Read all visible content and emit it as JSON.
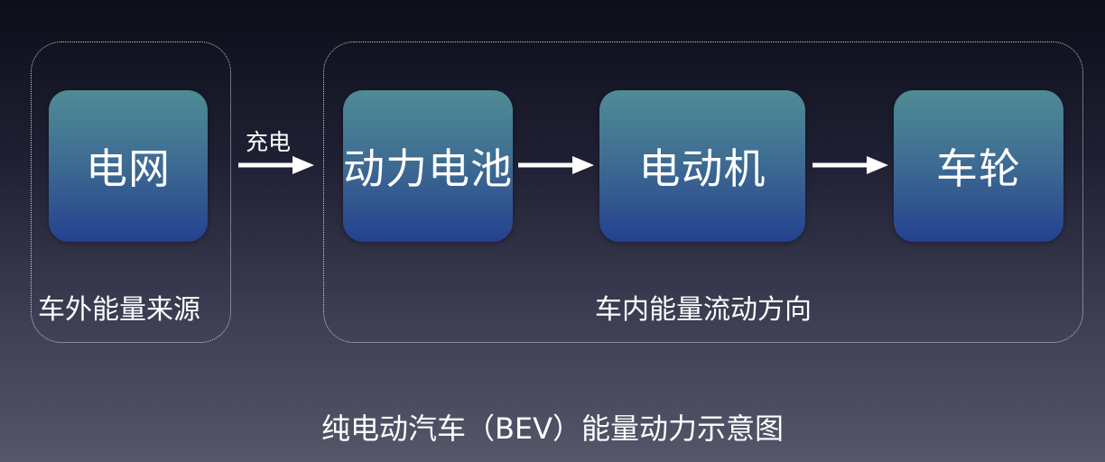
{
  "diagram": {
    "caption": "纯电动汽车（BEV）能量动力示意图",
    "groups": {
      "external": {
        "label": "车外能量来源"
      },
      "internal": {
        "label": "车内能量流动方向"
      }
    },
    "nodes": {
      "grid": "电网",
      "battery": "动力电池",
      "motor": "电动机",
      "wheel": "车轮"
    },
    "edges": {
      "charge_label": "充电"
    },
    "colors": {
      "node_top": "#4f8c95",
      "node_bottom": "#24418f",
      "arrow": "#ffffff",
      "group_border": "#ffffff"
    }
  }
}
